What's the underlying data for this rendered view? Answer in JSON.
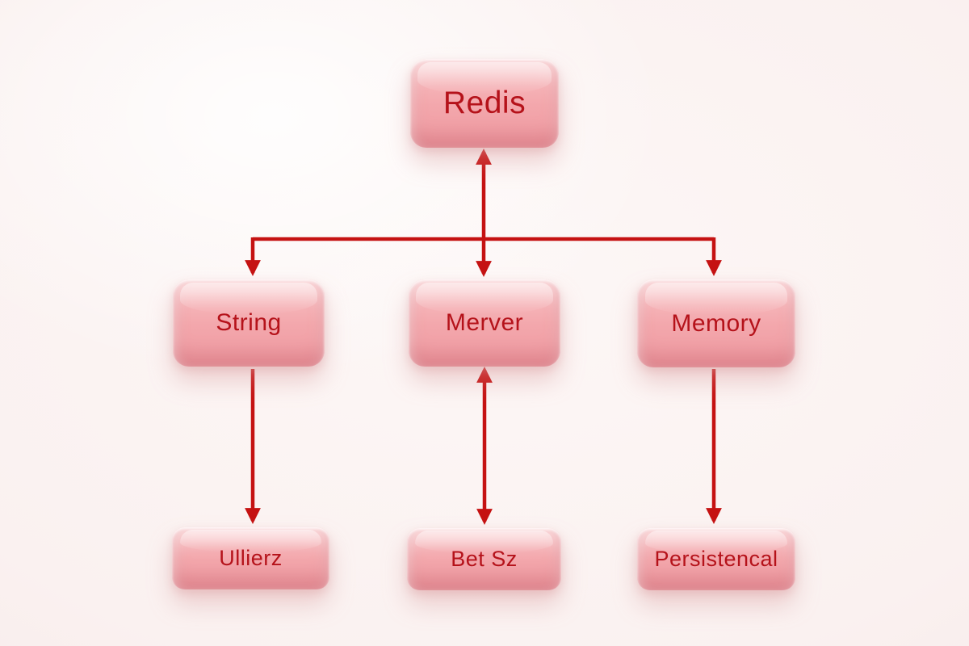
{
  "diagram": {
    "type": "flowchart",
    "style": "3d-glossy-buttons",
    "nodes": {
      "root": {
        "label": "Redis"
      },
      "mid_left": {
        "label": "String"
      },
      "mid_center": {
        "label": "Merver"
      },
      "mid_right": {
        "label": "Memory"
      },
      "bottom_left": {
        "label": "Ullierz"
      },
      "bottom_center": {
        "label": "Bet Sz"
      },
      "bottom_right": {
        "label": "Persistencal"
      }
    },
    "edges": [
      {
        "from": "root",
        "to": "mid_center",
        "arrow": "double",
        "route": "straight-vertical"
      },
      {
        "from": "root",
        "to": "mid_left",
        "arrow": "single-down",
        "route": "horizontal-bar"
      },
      {
        "from": "root",
        "to": "mid_right",
        "arrow": "single-down",
        "route": "horizontal-bar"
      },
      {
        "from": "mid_left",
        "to": "bottom_left",
        "arrow": "single-down",
        "route": "straight-vertical"
      },
      {
        "from": "mid_center",
        "to": "bottom_center",
        "arrow": "double",
        "route": "straight-vertical"
      },
      {
        "from": "mid_right",
        "to": "bottom_right",
        "arrow": "single-down",
        "route": "straight-vertical"
      }
    ],
    "colors": {
      "bg": "#faf1f0",
      "node_fill": "#f3a7ac",
      "node_hi": "#f9c3c6",
      "node_lo": "#ef9aa1",
      "label_color": "#b5121a",
      "arrow_color": "#c51212"
    }
  }
}
